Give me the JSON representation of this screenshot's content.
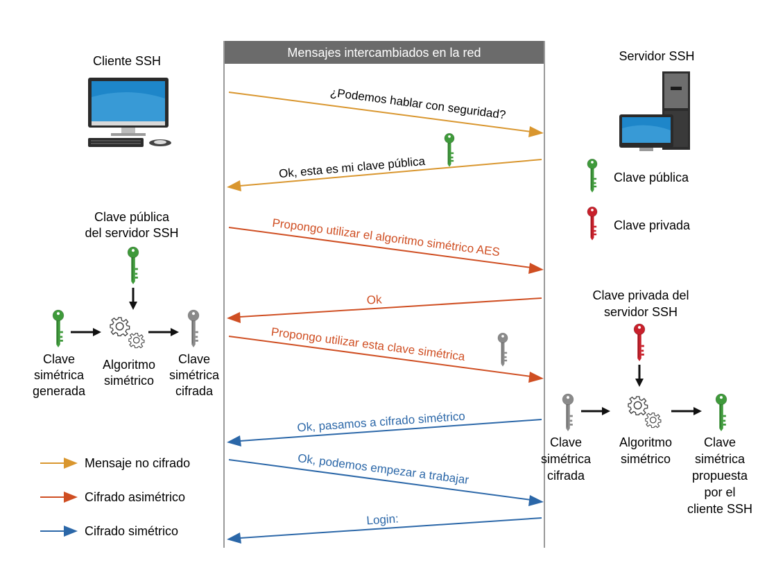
{
  "header": {
    "title": "Mensajes intercambiados en la red"
  },
  "client": {
    "title": "Cliente SSH"
  },
  "server": {
    "title": "Servidor SSH"
  },
  "colors": {
    "plain": "#d9962e",
    "asym": "#cf4e22",
    "sym": "#2b67a8",
    "green_key": "#3f9a3b",
    "red_key": "#c8202b",
    "gray_key": "#8a8a8a",
    "header_bg": "#6b6b6b"
  },
  "messages": [
    {
      "text": "¿Podemos hablar con seguridad?",
      "kind": "plain",
      "direction": "to-server"
    },
    {
      "text": "Ok, esta es mi clave pública",
      "kind": "plain",
      "direction": "to-client"
    },
    {
      "text": "Propongo utilizar el algoritmo simétrico AES",
      "kind": "asym",
      "direction": "to-server"
    },
    {
      "text": "Ok",
      "kind": "asym",
      "direction": "to-client"
    },
    {
      "text": "Propongo utilizar esta clave simétrica",
      "kind": "asym",
      "direction": "to-server"
    },
    {
      "text": "Ok, pasamos a cifrado simétrico",
      "kind": "sym",
      "direction": "to-client"
    },
    {
      "text": "Ok, podemos empezar a trabajar",
      "kind": "sym",
      "direction": "to-server"
    },
    {
      "text": "Login:",
      "kind": "sym",
      "direction": "to-client"
    }
  ],
  "server_keys": {
    "public": "Clave pública",
    "private": "Clave privada"
  },
  "client_flow": {
    "key_title_line1": "Clave pública",
    "key_title_line2": "del servidor SSH",
    "input": [
      "Clave",
      "simétrica",
      "generada"
    ],
    "algo": [
      "Algoritmo",
      "simétrico"
    ],
    "output": [
      "Clave",
      "simétrica",
      "cifrada"
    ]
  },
  "server_flow": {
    "key_title_line1": "Clave privada del",
    "key_title_line2": "servidor SSH",
    "input": [
      "Clave",
      "simétrica",
      "cifrada"
    ],
    "algo": [
      "Algoritmo",
      "simétrico"
    ],
    "output": [
      "Clave",
      "simétrica",
      "propuesta",
      "por el",
      "cliente SSH"
    ]
  },
  "legend": [
    {
      "label": "Mensaje no cifrado",
      "kind": "plain"
    },
    {
      "label": "Cifrado asimétrico",
      "kind": "asym"
    },
    {
      "label": "Cifrado simétrico",
      "kind": "sym"
    }
  ]
}
